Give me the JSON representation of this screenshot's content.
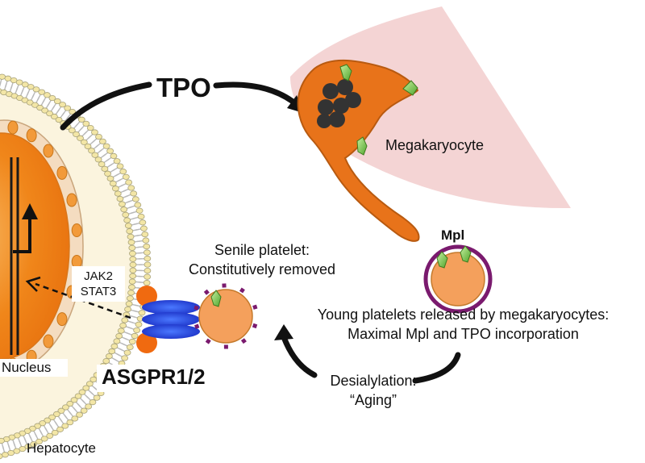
{
  "labels": {
    "tpo": "TPO",
    "megakaryocyte": "Megakaryocyte",
    "mpl": "Mpl",
    "senile_line1": "Senile platelet:",
    "senile_line2": "Constitutively removed",
    "jak2": "JAK2",
    "stat3": "STAT3",
    "nucleus": "Nucleus",
    "asgpr": "ASGPR1/2",
    "young_line1": "Young platelets released by megakaryocytes:",
    "young_line2": "Maximal Mpl and TPO incorporation",
    "desialylation": "Desialylation:",
    "aging": "“Aging”",
    "hepatocyte": "Hepatocyte"
  },
  "colors": {
    "membrane_head": "#f3e6a6",
    "membrane_tail": "#b9b9b9",
    "cytoplasm": "#fbf4de",
    "nucleus_orange": "#f08a1c",
    "megakaryocyte_fill": "#e8731a",
    "megakaryocyte_glow": "#f2cccc",
    "platelet_fill": "#f4a05c",
    "young_platelet_ring": "#7a1a6e",
    "receptor_blue": "#1f3fd1",
    "receptor_ball": "#f06a10",
    "tpo_marker": "#7ccb4a",
    "arrow": "#111111"
  }
}
